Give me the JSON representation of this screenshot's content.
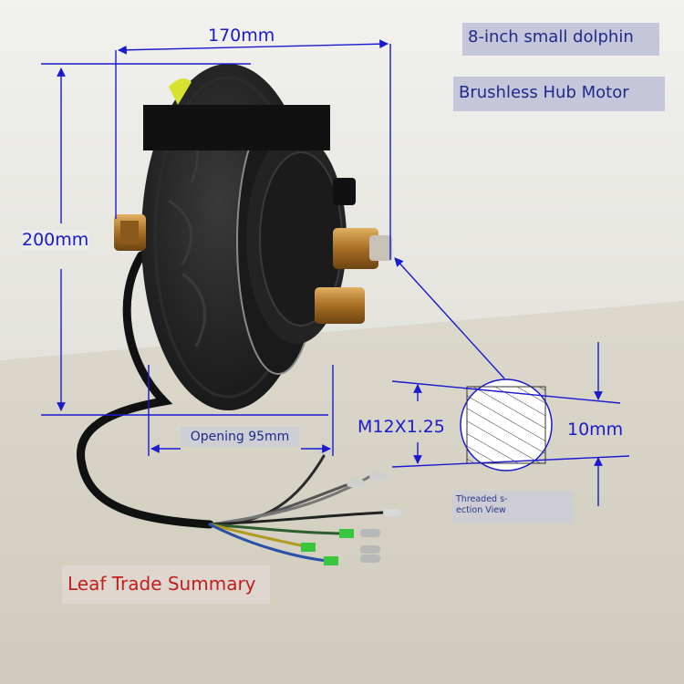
{
  "title_line1": "8-inch small dolphin",
  "title_line2": "Brushless Hub Motor",
  "dimensions": {
    "width": "170mm",
    "height": "200mm",
    "opening": "Opening 95mm",
    "thread_spec": "M12X1.25",
    "flat_width": "10mm"
  },
  "section_note": "Threaded s-\nection View",
  "watermark": "Leaf Trade Summary",
  "colors": {
    "dimension_line": "#1a1ad0",
    "tire": "#1e1e1e",
    "axle_brass": "#c08a3a",
    "watermark": "#c0201c",
    "background_wall": "#e6e6e2",
    "background_floor": "#d8d5c8"
  }
}
